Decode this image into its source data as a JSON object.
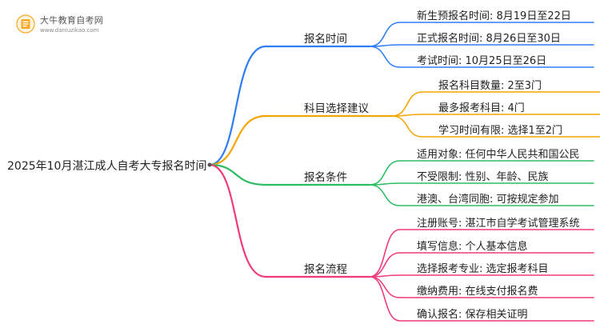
{
  "logo": {
    "title": "大牛教育自考网",
    "url": "www.daniuzikao.com"
  },
  "root": {
    "label": "2025年10月湛江成人自考大专报名时间"
  },
  "colors": {
    "branch_1": "#2f7df6",
    "branch_2": "#f5a500",
    "branch_3": "#2bbd62",
    "branch_4": "#f03a7d",
    "logo_accent": "#f7a823"
  },
  "branches": [
    {
      "label": "报名时间",
      "leaves": [
        "新生预报名时间: 8月19日至22日",
        "正式报名时间: 8月26日至30日",
        "考试时间: 10月25日至26日"
      ]
    },
    {
      "label": "科目选择建议",
      "leaves": [
        "报名科目数量: 2至3门",
        "最多报考科目: 4门",
        "学习时间有限: 选择1至2门"
      ]
    },
    {
      "label": "报名条件",
      "leaves": [
        "适用对象: 任何中华人民共和国公民",
        "不受限制: 性别、年龄、民族",
        "港澳、台湾同胞: 可按规定参加"
      ]
    },
    {
      "label": "报名流程",
      "leaves": [
        "注册账号: 湛江市自学考试管理系统",
        "填写信息: 个人基本信息",
        "选择报考专业: 选定报考科目",
        "缴纳费用: 在线支付报名费",
        "确认报名: 保存相关证明"
      ]
    }
  ]
}
